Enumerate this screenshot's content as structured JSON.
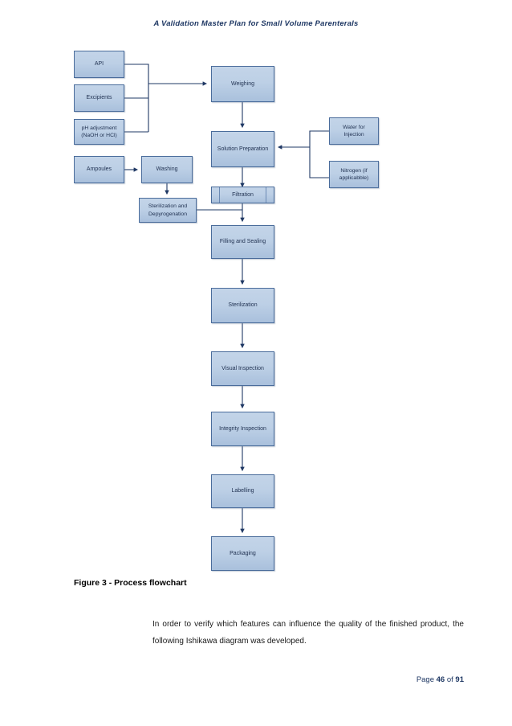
{
  "header": {
    "running_title": "A Validation Master Plan for Small Volume Parenterals"
  },
  "flowchart": {
    "nodes": {
      "api": "API",
      "excipients": "Excipients",
      "ph_adjustment": "pH adjustment (NaOH or HCl)",
      "ampoules": "Ampoules",
      "washing": "Washing",
      "sterilization_depyrogenation": "Sterilization and Depyrogenation",
      "weighing": "Weighing",
      "solution_preparation": "Solution Preparation",
      "filtration": "Filtration",
      "filling_sealing": "Filling and Sealing",
      "sterilization": "Sterilization",
      "visual_inspection": "Visual Inspection",
      "integrity_inspection": "Integrity Inspection",
      "labelling": "Labelling",
      "packaging": "Packaging",
      "water_for_injection": "Water for Injection",
      "nitrogen": "Nitrogen (if applicabble)"
    },
    "colors": {
      "node_fill_top": "#c3d4e8",
      "node_fill_bottom": "#a9c0dc",
      "node_border": "#4a6c9b",
      "connector": "#1f3864",
      "text": "#1f3050"
    }
  },
  "caption": {
    "text": "Figure 3 - Process flowchart"
  },
  "paragraph": {
    "text": "In order to verify which features can influence the quality of the finished product, the following Ishikawa diagram was developed."
  },
  "footer": {
    "prefix": "Page ",
    "page_number": "46",
    "middle": " of ",
    "total_pages": "91"
  }
}
